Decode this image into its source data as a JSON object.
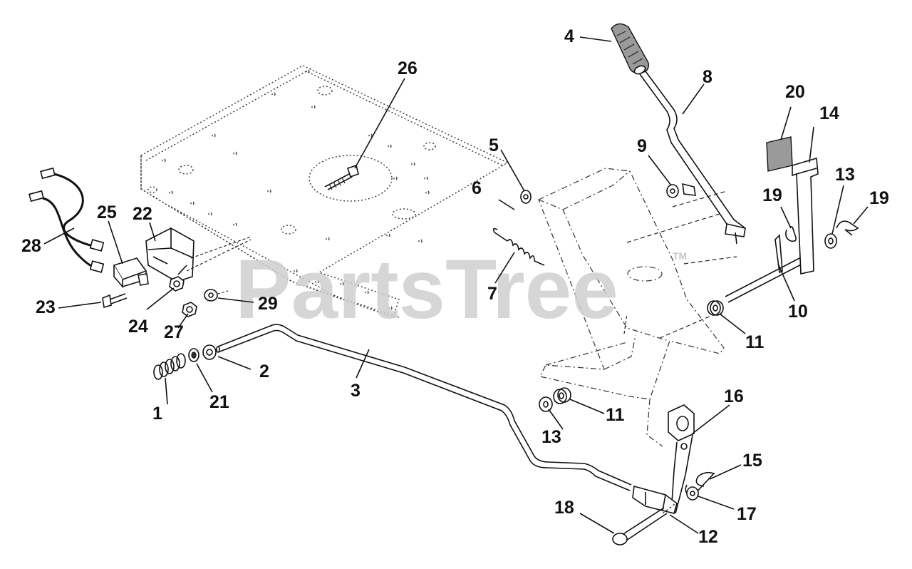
{
  "watermark": {
    "text": "PartsTree",
    "trademark": "TM"
  },
  "callouts": [
    "1",
    "2",
    "3",
    "4",
    "5",
    "6",
    "7",
    "8",
    "9",
    "10",
    "11",
    "11",
    "12",
    "13",
    "13",
    "14",
    "15",
    "16",
    "17",
    "18",
    "19",
    "19",
    "20",
    "21",
    "22",
    "23",
    "24",
    "25",
    "26",
    "27",
    "28",
    "29"
  ]
}
